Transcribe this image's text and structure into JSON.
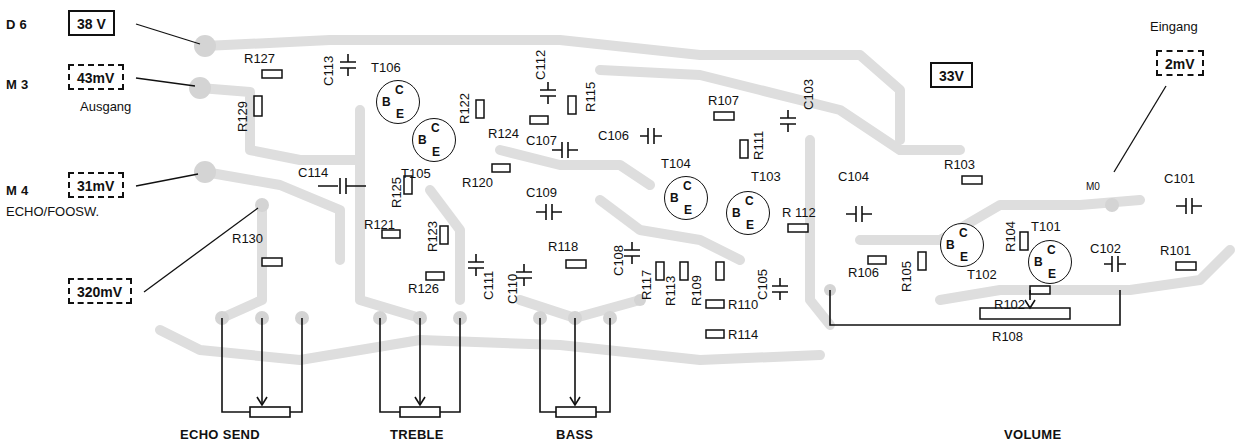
{
  "diagram": {
    "nodes": [
      {
        "text": [
          "38 V"
        ]
      },
      {
        "text": [
          "43mV"
        ]
      },
      {
        "text": [
          "31mV"
        ]
      },
      {
        "text": [
          "320mV"
        ]
      },
      {
        "text": [
          "T106",
          "C",
          "B",
          "E"
        ]
      },
      {
        "text": [
          "T105",
          "C",
          "B",
          "E"
        ]
      },
      {
        "text": [
          "T104",
          "C",
          "B",
          "E"
        ]
      },
      {
        "text": [
          "T103",
          "C",
          "B",
          "E"
        ]
      },
      {
        "text": [
          "33V"
        ]
      },
      {
        "text": [
          "2mV"
        ]
      },
      {
        "text": [
          "T102",
          "C",
          "B",
          "E"
        ]
      },
      {
        "text": [
          "T101",
          "C",
          "B",
          "E"
        ]
      }
    ],
    "labels": [
      "D 6",
      "M 3",
      "Ausgang",
      "M 4",
      "ECHO/FOOSW.",
      "Eingang",
      "M0",
      "R127",
      "R129",
      "C113",
      "C114",
      "R130",
      "R122",
      "R124",
      "C112",
      "R115",
      "C106",
      "R107",
      "C103",
      "R125",
      "R120",
      "C107",
      "R121",
      "R123",
      "R126",
      "C111",
      "C110",
      "C109",
      "C108",
      "R118",
      "R117",
      "R113",
      "R109",
      "R111",
      "R 112",
      "R110",
      "R114",
      "C105",
      "C104",
      "R103",
      "R106",
      "R105",
      "R104",
      "R102",
      "C102",
      "R101",
      "C101",
      "R108",
      "ECHO SEND",
      "TREBLE",
      "BASS",
      "VOLUME"
    ]
  }
}
